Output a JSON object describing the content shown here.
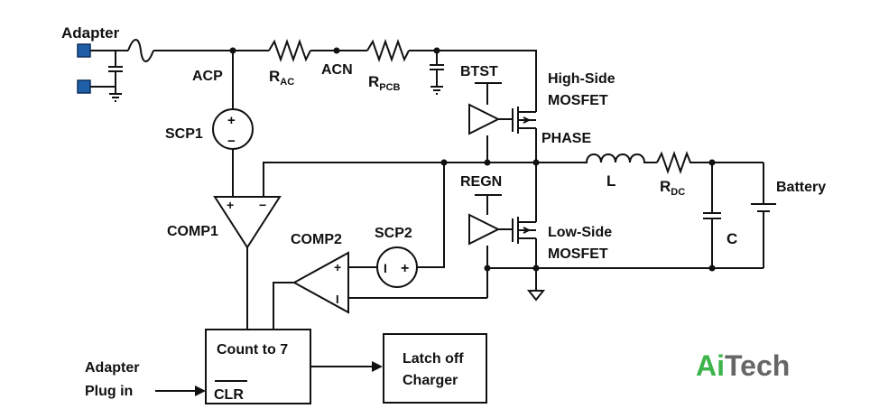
{
  "labels": {
    "adapter": "Adapter",
    "acp": "ACP",
    "rac_main": "R",
    "rac_sub": "AC",
    "acn": "ACN",
    "rpcb_main": "R",
    "rpcb_sub": "PCB",
    "btst": "BTST",
    "high_side_1": "High-Side",
    "high_side_2": "MOSFET",
    "phase": "PHASE",
    "inductor": "L",
    "rdc_main": "R",
    "rdc_sub": "DC",
    "battery": "Battery",
    "capacitor": "C",
    "scp1": "SCP1",
    "scp2": "SCP2",
    "comp1": "COMP1",
    "comp2": "COMP2",
    "regn": "REGN",
    "low_side_1": "Low-Side",
    "low_side_2": "MOSFET",
    "count_box": "Count to 7",
    "clr": "CLR",
    "latch_1": "Latch off",
    "latch_2": "Charger",
    "adapter_plug_1": "Adapter",
    "adapter_plug_2": "Plug in",
    "plus": "+",
    "minus": "−",
    "bar": "I"
  },
  "logo": {
    "part1": "Ai",
    "part2": "Tech",
    "color1": "#3cb44b",
    "color2": "#666666"
  }
}
